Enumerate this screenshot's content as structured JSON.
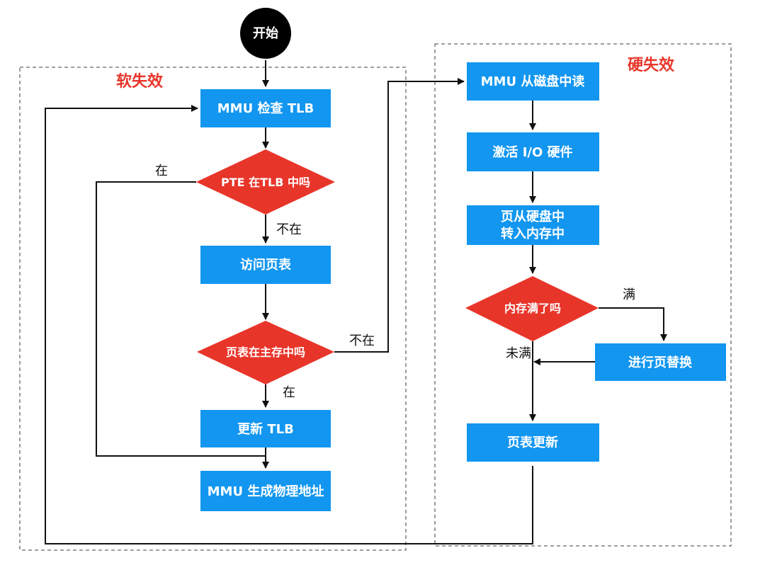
{
  "regions": {
    "soft": "软失效",
    "hard": "硬失效"
  },
  "nodes": {
    "start": "开始",
    "mmu_check_tlb": "MMU 检查 TLB",
    "pte_in_tlb": "PTE 在TLB 中吗",
    "access_page_table": "访问页表",
    "page_table_in_memory": "页表在主存中吗",
    "update_tlb": "更新 TLB",
    "mmu_gen_phys_addr": "MMU 生成物理地址",
    "mmu_read_disk": "MMU 从磁盘中读",
    "activate_io": "激活 I/O 硬件",
    "page_from_disk_line1": "页从硬盘中",
    "page_from_disk_line2": "转入内存中",
    "memory_full": "内存满了吗",
    "page_replace": "进行页替换",
    "page_table_update": "页表更新"
  },
  "edge_labels": {
    "in_1": "在",
    "not_in_1": "不在",
    "not_in_2": "不在",
    "in_2": "在",
    "full": "满",
    "not_full": "未满"
  },
  "colors": {
    "box": "#1296f0",
    "decision": "#e8352a",
    "region_title": "#e8352a",
    "start": "#000000",
    "line": "#111111"
  }
}
